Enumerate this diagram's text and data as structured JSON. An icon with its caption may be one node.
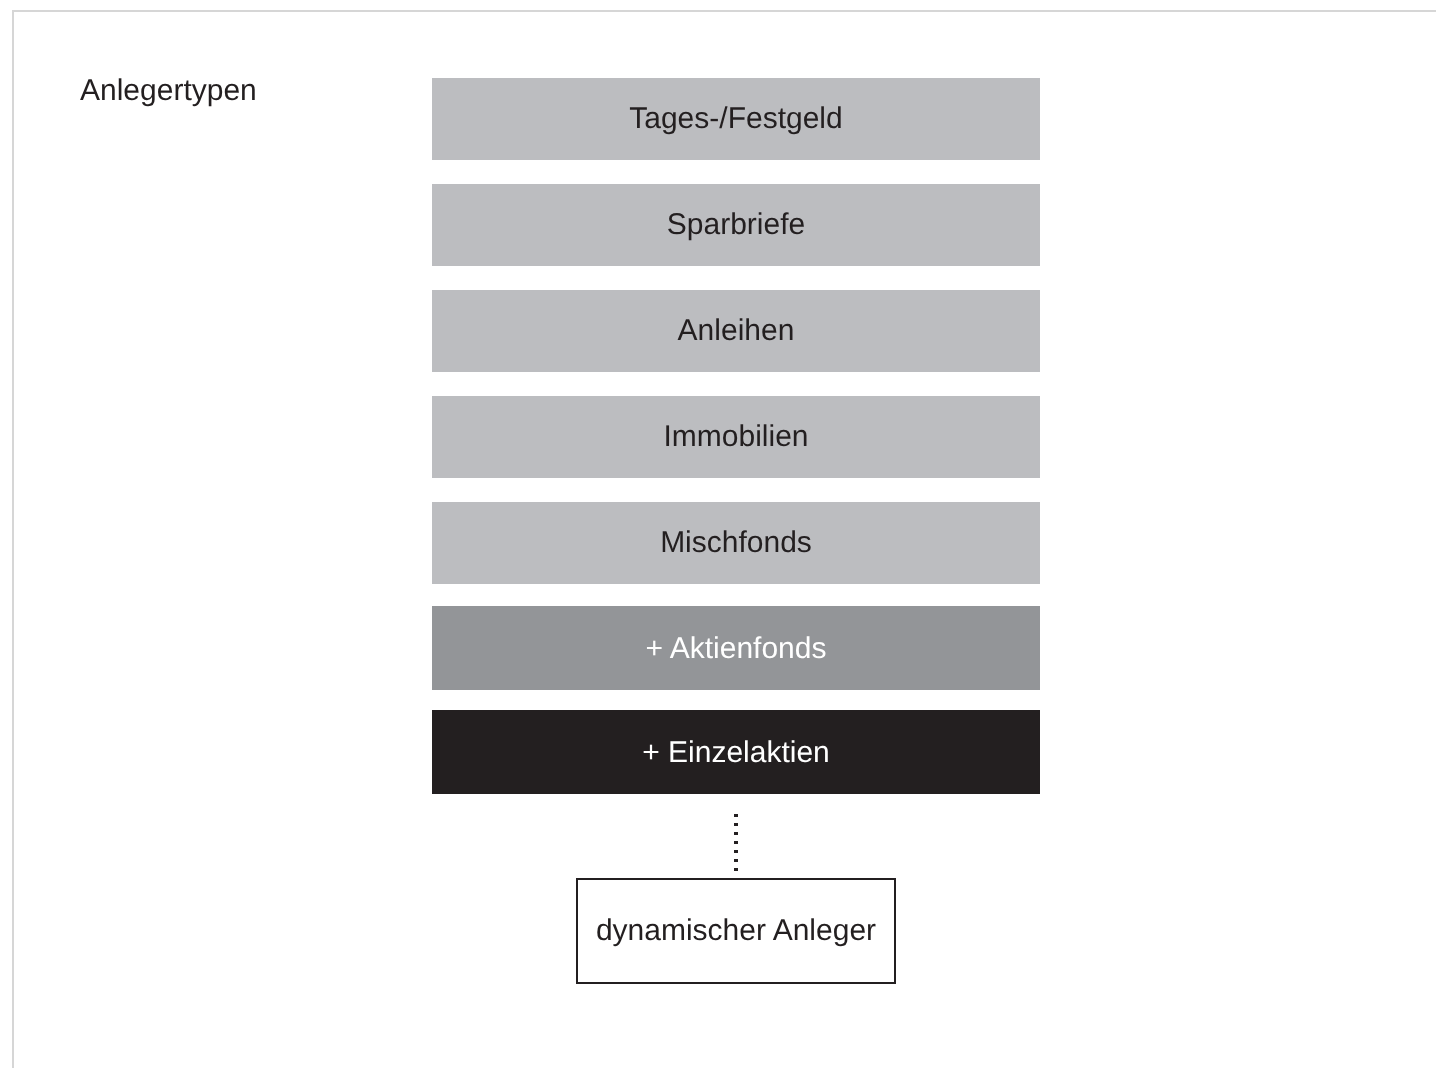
{
  "diagram": {
    "nodes": [
      {
        "text": [
          "Tages-/Festgeld"
        ]
      },
      {
        "text": [
          "Sparbriefe"
        ]
      },
      {
        "text": [
          "Anleihen"
        ]
      },
      {
        "text": [
          "Immobilien"
        ]
      },
      {
        "text": [
          "Mischfonds"
        ]
      },
      {
        "text": [
          "+ Aktienfonds"
        ]
      },
      {
        "text": [
          "+ Einzelaktien"
        ]
      },
      {
        "text": [
          "dynamischer Anleger"
        ]
      }
    ],
    "edges": [
      {
        "from": 6,
        "to": 7,
        "arrow": "none",
        "style": "dashed"
      }
    ],
    "labels": [
      "Anlegertypen"
    ]
  }
}
